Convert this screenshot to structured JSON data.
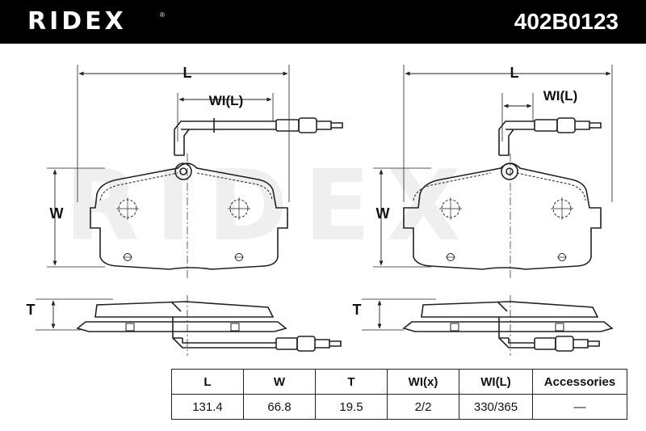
{
  "header": {
    "brand": "RIDEX",
    "brand_mark": "®",
    "part_number": "402B0123",
    "background": "#000000"
  },
  "watermark": "RIDEX",
  "dimension_labels": {
    "length": "L",
    "wear_indicator_length": "WI(L)",
    "width": "W",
    "thickness": "T"
  },
  "specs": {
    "columns": [
      "L",
      "W",
      "T",
      "WI(x)",
      "WI(L)",
      "Accessories"
    ],
    "values": [
      "131.4",
      "66.8",
      "19.5",
      "2/2",
      "330/365",
      "—"
    ]
  }
}
